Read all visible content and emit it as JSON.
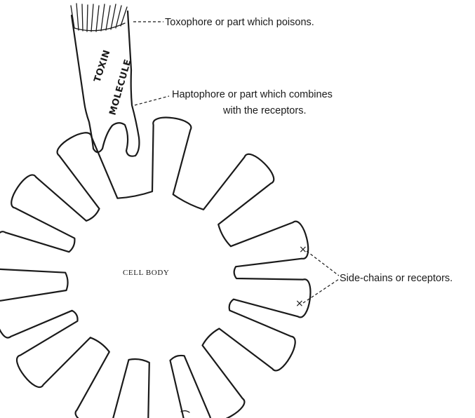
{
  "labels": {
    "toxophore": "Toxophore or part which poisons.",
    "haptophore_line1": "Haptophore or part which combines",
    "haptophore_line2": "with the receptors.",
    "side_chains": "Side-chains or receptors.",
    "cell_body": "CELL BODY",
    "toxin_word": "TOXIN",
    "molecule_word": "MOLECULE"
  },
  "markers": {
    "x_mark": "×"
  }
}
